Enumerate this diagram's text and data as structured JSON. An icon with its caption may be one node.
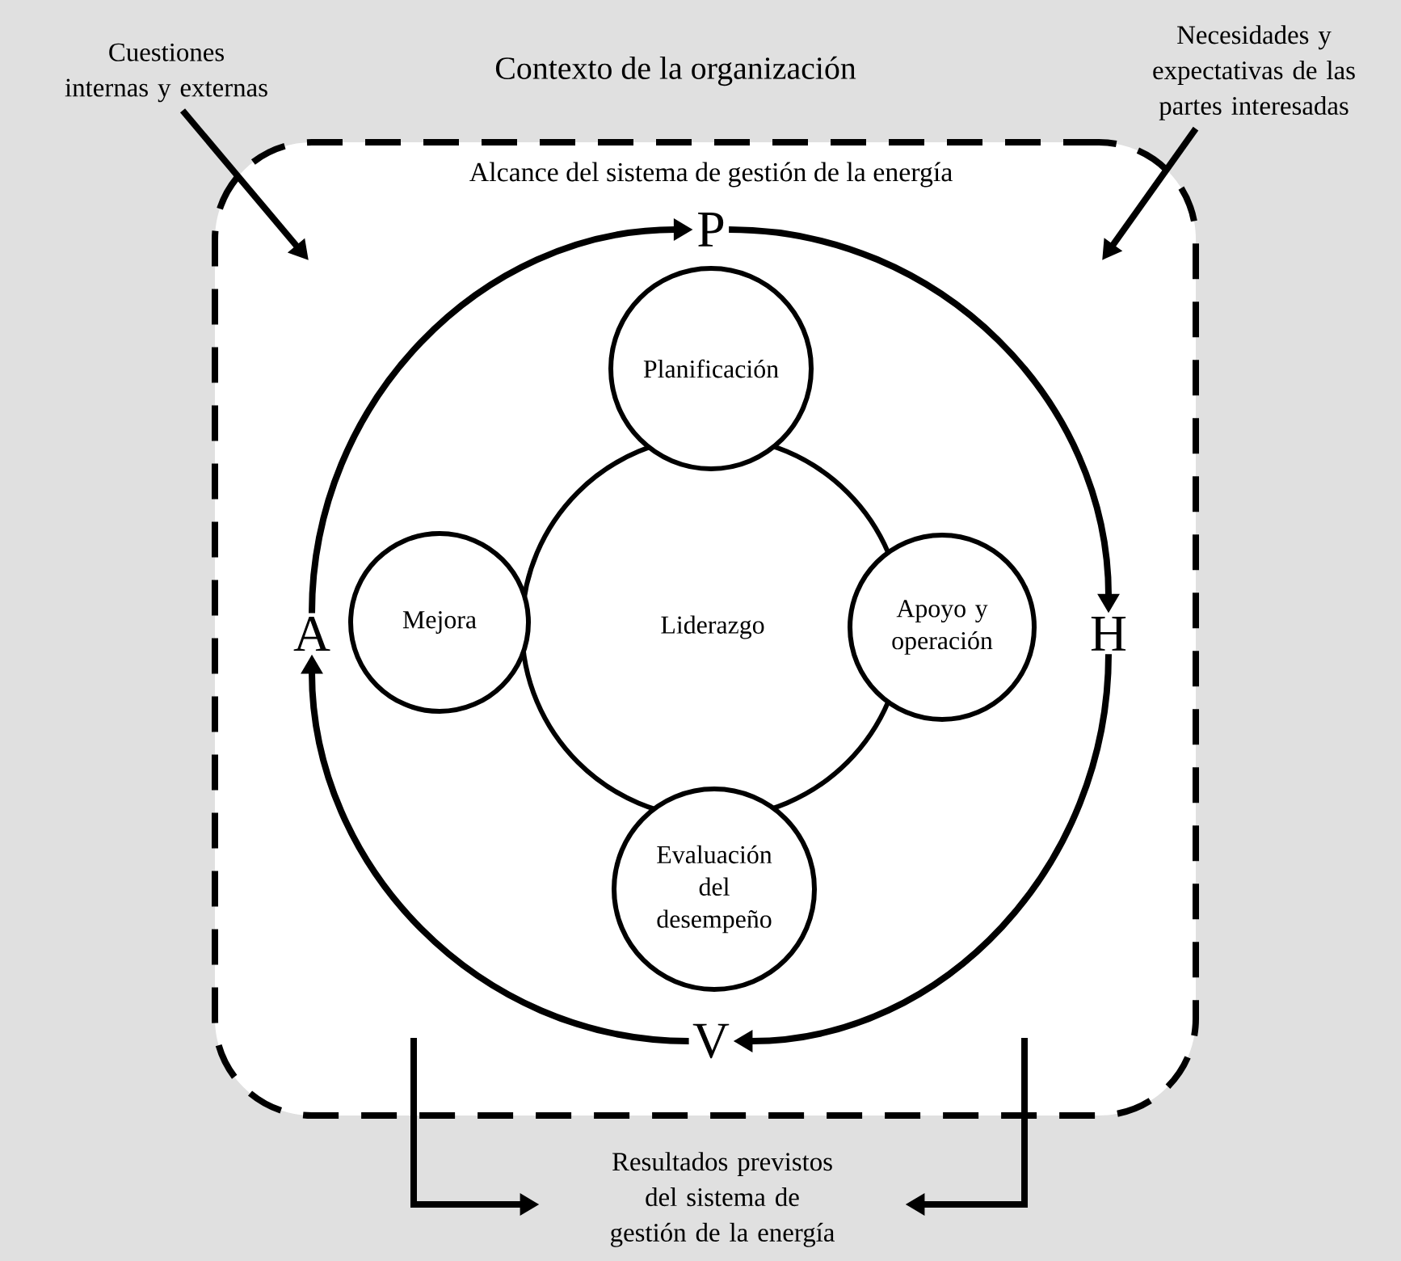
{
  "diagram": {
    "nodes": [
      {
        "text": [
          "Contexto de la organización"
        ]
      },
      {
        "text": [
          "Alcance del sistema de gestión de la energía"
        ]
      },
      {
        "text": [
          "Planificación"
        ],
        "in": 1
      },
      {
        "text": [
          "Liderazgo"
        ],
        "in": 1
      },
      {
        "text": [
          "Mejora"
        ],
        "in": 1
      },
      {
        "text": [
          "Apoyo y operación"
        ],
        "in": 1
      },
      {
        "text": [
          "Evaluación del desempeño"
        ],
        "in": 1
      },
      {
        "text": [
          "P"
        ],
        "in": 1
      },
      {
        "text": [
          "H"
        ],
        "in": 1
      },
      {
        "text": [
          "V"
        ],
        "in": 1
      },
      {
        "text": [
          "A"
        ],
        "in": 1
      },
      {
        "text": [
          "Cuestiones internas y externas"
        ]
      },
      {
        "text": [
          "Necesidades y expectativas de las partes interesadas"
        ]
      },
      {
        "text": [
          "Resultados previstos del sistema de gestión de la energía"
        ]
      }
    ],
    "edges": [
      {
        "from": 10,
        "to": 7,
        "arrow": "to"
      },
      {
        "from": 7,
        "to": 8,
        "arrow": "to"
      },
      {
        "from": 8,
        "to": 9,
        "arrow": "to"
      },
      {
        "from": 9,
        "to": 10,
        "arrow": "to"
      },
      {
        "from": 11,
        "to": 1,
        "arrow": "to"
      },
      {
        "from": 12,
        "to": 1,
        "arrow": "to"
      },
      {
        "from": 1,
        "to": 13,
        "arrow": "to"
      },
      {
        "from": 1,
        "to": 13,
        "arrow": "to"
      }
    ]
  }
}
